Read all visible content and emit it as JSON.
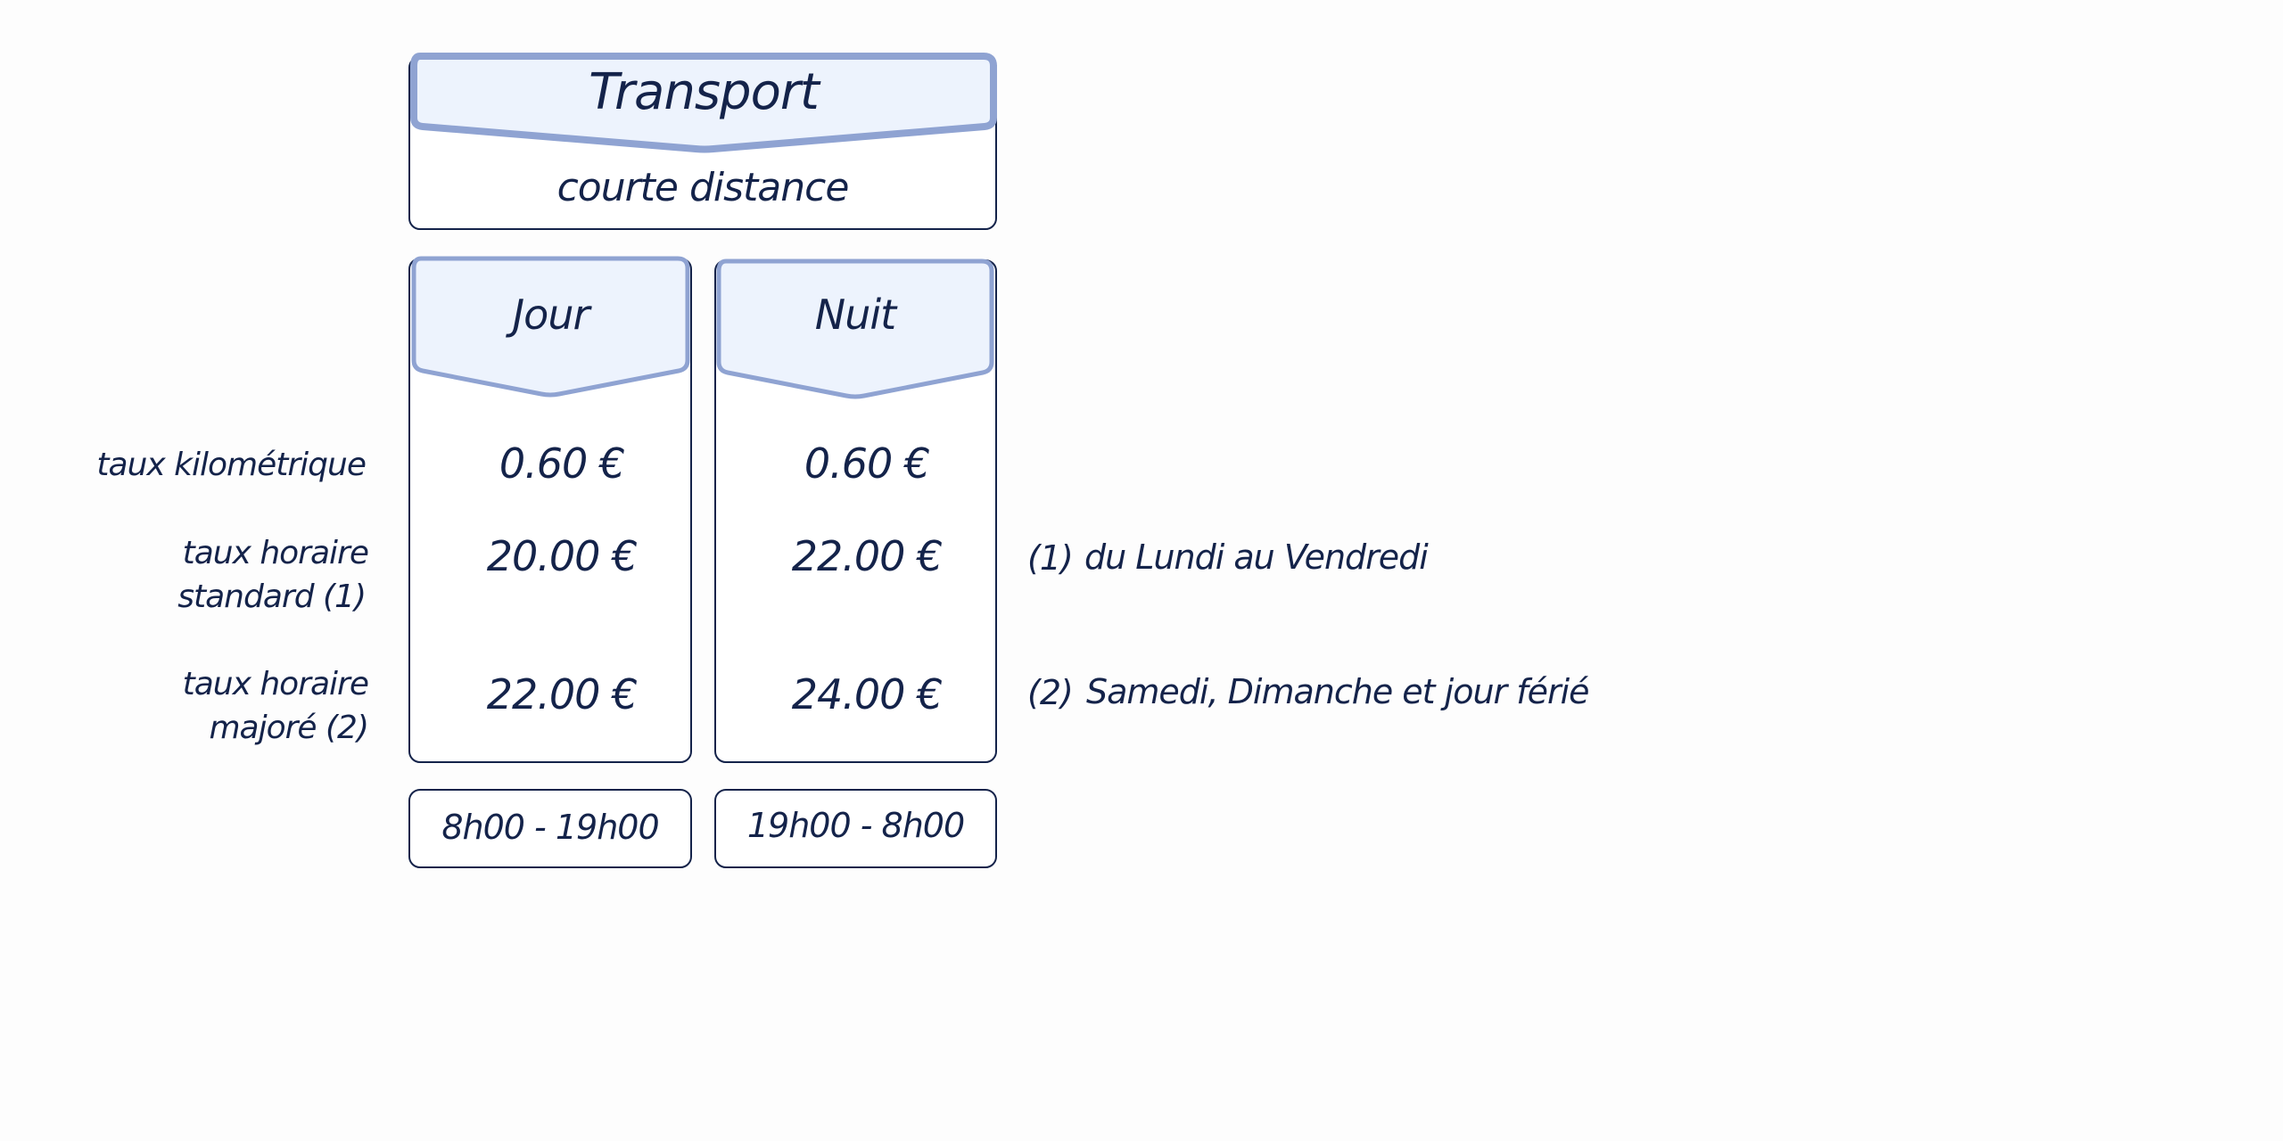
{
  "header": {
    "title": "Transport",
    "subtitle": "courte distance"
  },
  "columns": [
    {
      "label": "Jour",
      "hours": "8h00 - 19h00",
      "rates": {
        "kilometric": "0.60 €",
        "hourly_standard": "20.00 €",
        "hourly_increased": "22.00 €"
      }
    },
    {
      "label": "Nuit",
      "hours": "19h00 - 8h00",
      "rates": {
        "kilometric": "0.60 €",
        "hourly_standard": "22.00 €",
        "hourly_increased": "24.00 €"
      }
    }
  ],
  "row_labels": {
    "kilometric": "taux kilométrique",
    "hourly_standard_line1": "taux horaire",
    "hourly_standard_line2": "standard  (1)",
    "hourly_increased_line1": "taux horaire",
    "hourly_increased_line2": "majoré  (2)"
  },
  "notes": [
    {
      "marker": "(1)",
      "text": "du Lundi au Vendredi"
    },
    {
      "marker": "(2)",
      "text": "Samedi, Dimanche et jour férié"
    }
  ],
  "colors": {
    "ink": "#14234a",
    "header_fill": "#edf3fd",
    "header_border": "#8fa3d2",
    "background": "#fdfdfd"
  }
}
